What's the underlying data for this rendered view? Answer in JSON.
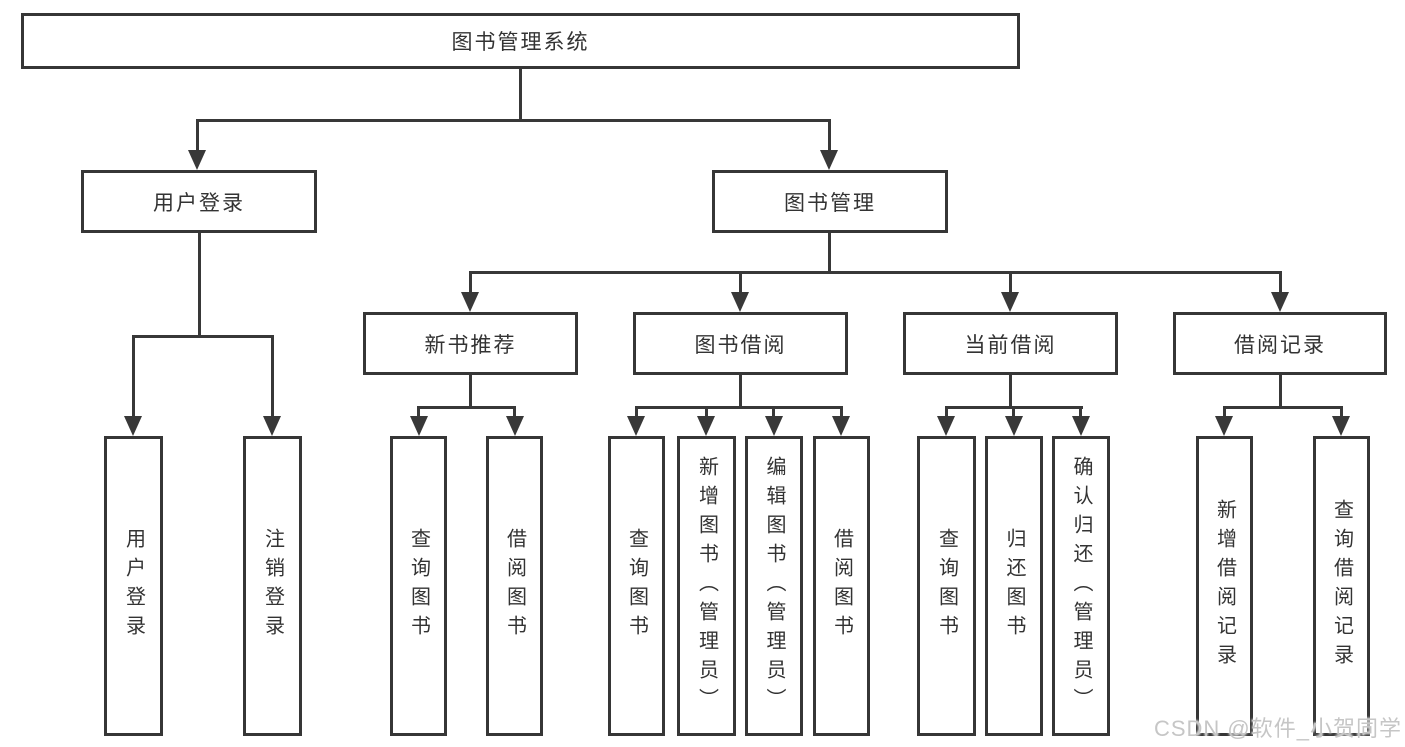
{
  "tree": {
    "root": {
      "label": "图书管理系统"
    },
    "branches": [
      {
        "label": "用户登录",
        "children": [
          {
            "label": "用户登录"
          },
          {
            "label": "注销登录"
          }
        ]
      },
      {
        "label": "图书管理",
        "children": [
          {
            "label": "新书推荐",
            "children": [
              {
                "label": "查询图书"
              },
              {
                "label": "借阅图书"
              }
            ]
          },
          {
            "label": "图书借阅",
            "children": [
              {
                "label": "查询图书"
              },
              {
                "label": "新增图书（管理员）"
              },
              {
                "label": "编辑图书（管理员）"
              },
              {
                "label": "借阅图书"
              }
            ]
          },
          {
            "label": "当前借阅",
            "children": [
              {
                "label": "查询图书"
              },
              {
                "label": "归还图书"
              },
              {
                "label": "确认归还（管理员）"
              }
            ]
          },
          {
            "label": "借阅记录",
            "children": [
              {
                "label": "新增借阅记录"
              },
              {
                "label": "查询借阅记录"
              }
            ]
          }
        ]
      }
    ]
  },
  "watermark": {
    "text": "CSDN @软件_小贺同学"
  },
  "colors": {
    "line": "#383838",
    "border": "#363636",
    "text": "#333333",
    "watermark": "#c6c6c6",
    "background": "#ffffff"
  }
}
